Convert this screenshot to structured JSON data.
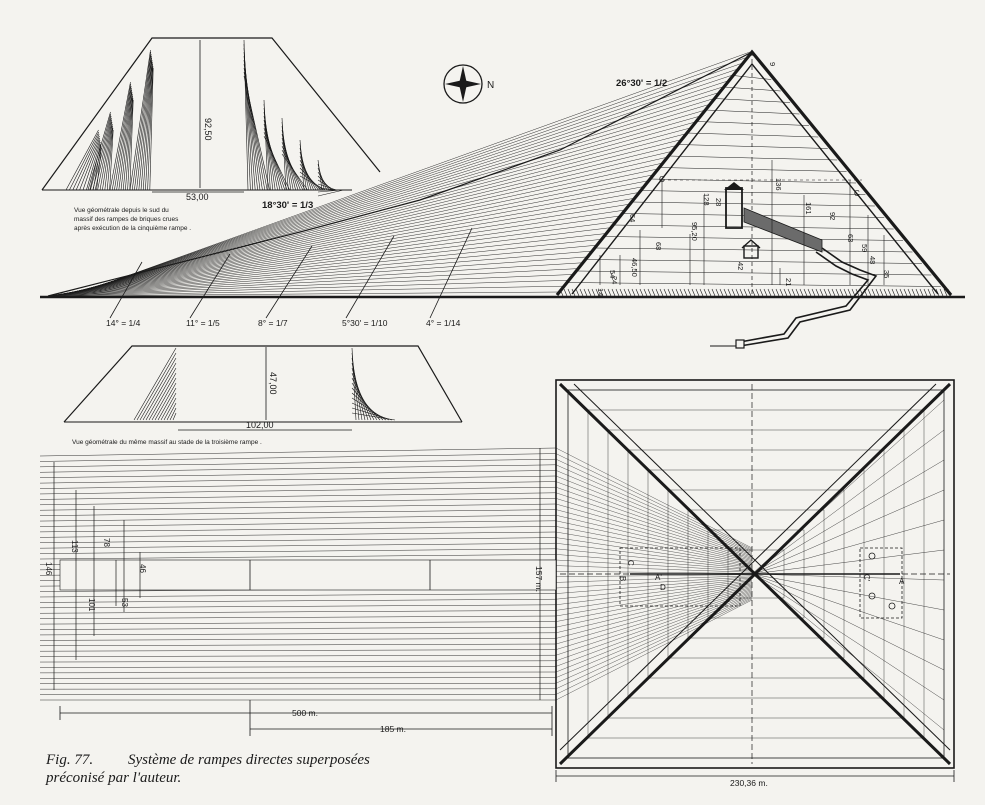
{
  "compass": {
    "north_label": "N"
  },
  "elevation": {
    "apex_slope": "26°30' = 1/2",
    "mid_slope": "18°30' = 1/3",
    "ramp_slopes": [
      "14° = 1/4",
      "11° = 1/5",
      "8° = 1/7",
      "5°30' = 1/10",
      "4° = 1/14"
    ],
    "side_marks": [
      "9",
      "128",
      "136",
      "95,20",
      "161",
      "92",
      "63",
      "59",
      "48",
      "35",
      "68",
      "46,50",
      "42",
      "21",
      "24",
      "14",
      "54",
      "28",
      "64"
    ],
    "section_letters": [
      "C",
      "C"
    ]
  },
  "south_view": {
    "height": "92,50",
    "width": "53,00",
    "caption_lines": [
      "Vue géométrale depuis le sud du",
      "massif des rampes de briques crues",
      "après exécution de la cinquième rampe ."
    ]
  },
  "third_view": {
    "height": "47,00",
    "width": "102,00",
    "caption": "Vue géométrale du même massif au stade de la troisième rampe ."
  },
  "plan": {
    "left_heights": [
      "146",
      "113",
      "78",
      "46",
      "101",
      "53"
    ],
    "center_height": "157 m.",
    "dist_500": "500 m.",
    "dist_185": "185 m.",
    "base": "230,36 m.",
    "axis_letters": [
      "C",
      "A",
      "C'",
      "A'",
      "B",
      "D"
    ]
  },
  "caption": {
    "fig_no": "Fig. 77.",
    "line1": "Système de rampes directes superposées",
    "line2": "préconisé par l'auteur."
  }
}
